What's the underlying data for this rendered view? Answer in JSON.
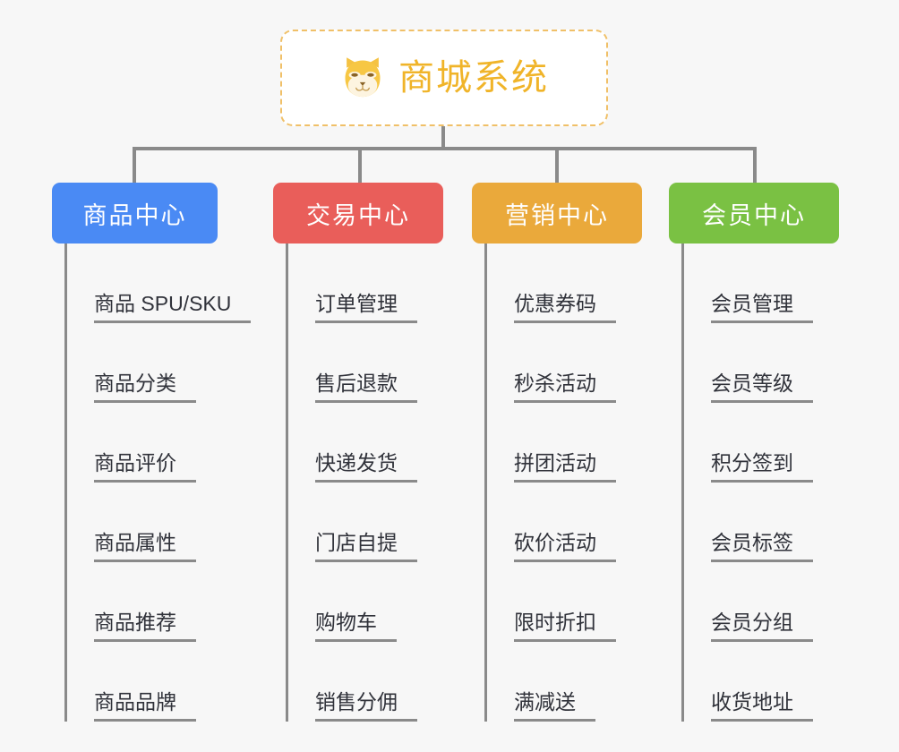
{
  "page": {
    "background_color": "#f7f7f7",
    "type": "mindmap"
  },
  "root": {
    "title": "商城系统",
    "icon": "shiba-dog-face-icon",
    "text_color": "#f0b429",
    "border_color": "#f0c068",
    "background_color": "#ffffff"
  },
  "categories": [
    {
      "label": "商品中心",
      "color": "#4a8af4",
      "items": [
        "商品 SPU/SKU",
        "商品分类",
        "商品评价",
        "商品属性",
        "商品推荐",
        "商品品牌"
      ]
    },
    {
      "label": "交易中心",
      "color": "#e95e5a",
      "items": [
        "订单管理",
        "售后退款",
        "快递发货",
        "门店自提",
        "购物车",
        "销售分佣"
      ]
    },
    {
      "label": "营销中心",
      "color": "#eaa93b",
      "items": [
        "优惠券码",
        "秒杀活动",
        "拼团活动",
        "砍价活动",
        "限时折扣",
        "满减送"
      ]
    },
    {
      "label": "会员中心",
      "color": "#7ac143",
      "items": [
        "会员管理",
        "会员等级",
        "积分签到",
        "会员标签",
        "会员分组",
        "收货地址"
      ]
    }
  ],
  "connector_color": "#8a8a8a",
  "leaf_text_color": "#30323a"
}
